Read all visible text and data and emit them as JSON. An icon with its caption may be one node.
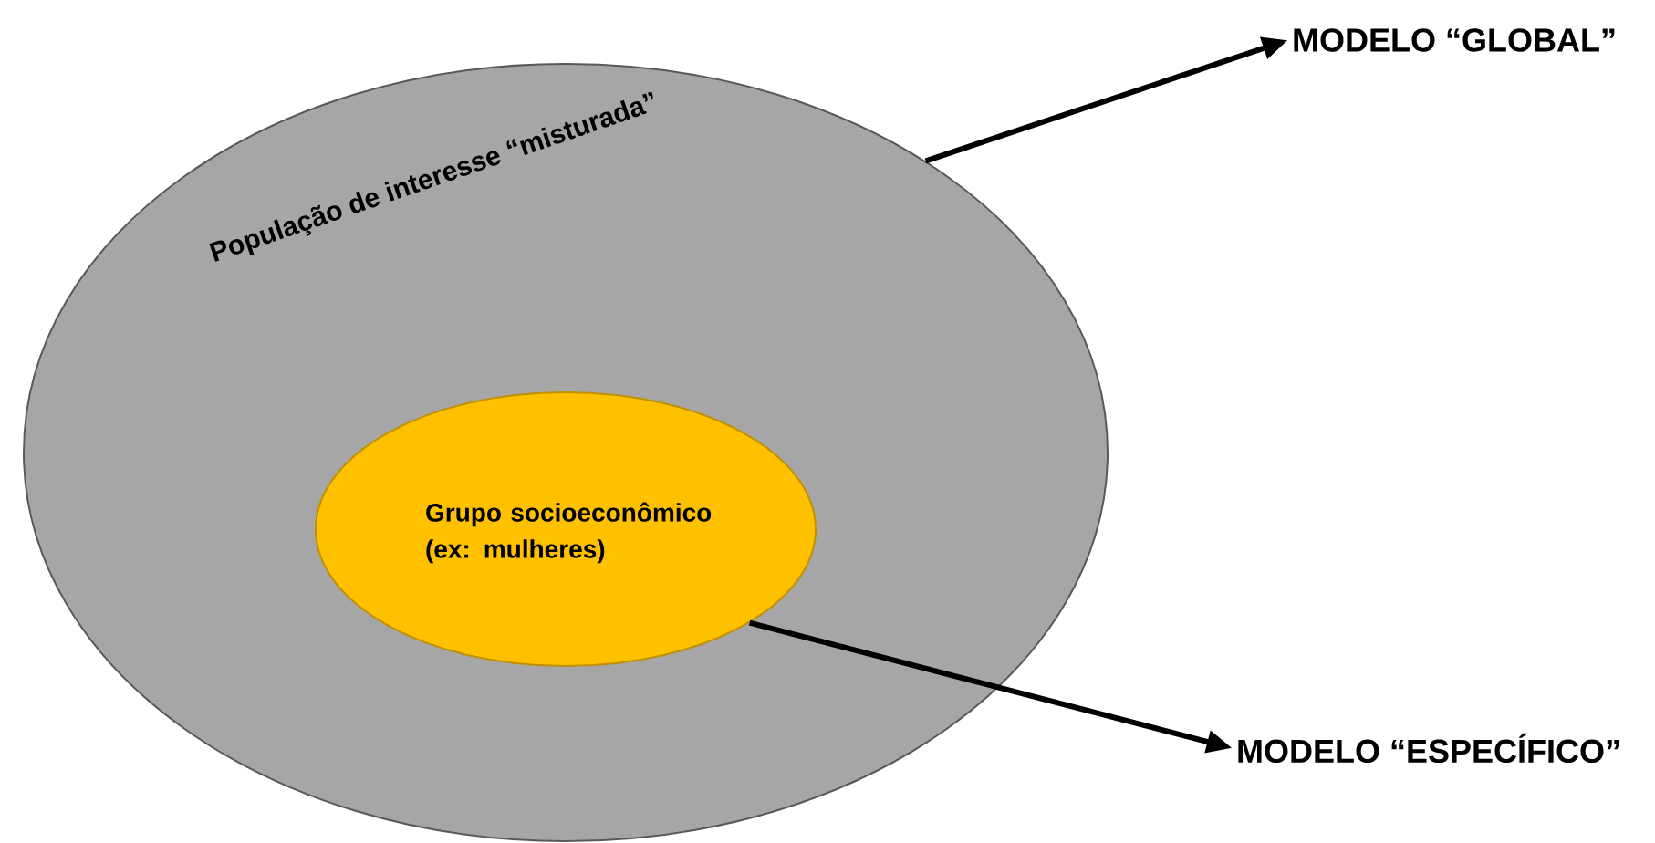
{
  "diagram": {
    "nodes": [
      {
        "text": [
          "População de interesse “misturada”"
        ]
      },
      {
        "text": [
          "Grupo socioeconômico (ex: mulheres)"
        ],
        "in": 0
      },
      {
        "text": [
          "MODELO “GLOBAL”"
        ]
      },
      {
        "text": [
          "MODELO “ESPECÍFICO”"
        ]
      }
    ],
    "edges": [
      {
        "from": 0,
        "to": 2,
        "arrow": "to"
      },
      {
        "from": 1,
        "to": 3,
        "arrow": "to"
      }
    ]
  }
}
